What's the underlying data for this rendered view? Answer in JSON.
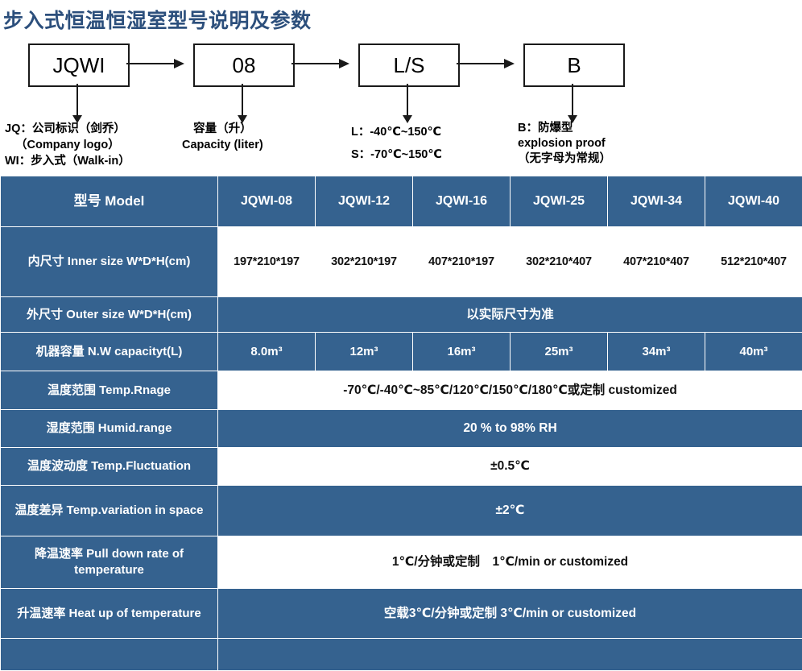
{
  "title": "步入式恒温恒湿室型号说明及参数",
  "accent_color": "#35628f",
  "title_color": "#2c4f7c",
  "diagram": {
    "boxes": [
      {
        "name": "box-jqwi",
        "label": "JQWI"
      },
      {
        "name": "box-08",
        "label": "08"
      },
      {
        "name": "box-ls",
        "label": "L/S"
      },
      {
        "name": "box-b",
        "label": "B"
      }
    ],
    "legends": {
      "jqwi": {
        "line1": "JQ：公司标识（剑乔）",
        "line2": "（Company logo）",
        "line3": "WI：步入式（Walk-in）"
      },
      "capacity": {
        "line1": "容量（升）",
        "line2": "Capacity (liter)"
      },
      "temp": {
        "line1": "L：-40℃~150℃",
        "line2": "S：-70℃~150℃"
      },
      "explosion": {
        "line1": "B：防爆型",
        "line2": "explosion proof",
        "line3": "（无字母为常规）"
      }
    }
  },
  "table": {
    "header": {
      "label": "型号 Model",
      "models": [
        "JQWI-08",
        "JQWI-12",
        "JQWI-16",
        "JQWI-25",
        "JQWI-34",
        "JQWI-40"
      ]
    },
    "rows": [
      {
        "label": "内尺寸 Inner size W*D*H(cm)",
        "style": "white",
        "cells": [
          "197*210*197",
          "302*210*197",
          "407*210*197",
          "302*210*407",
          "407*210*407",
          "512*210*407"
        ]
      },
      {
        "label": "外尺寸 Outer size W*D*H(cm)",
        "style": "blue",
        "merged": "以实际尺寸为准"
      },
      {
        "label": "机器容量 N.W capacityt(L)",
        "style": "blue",
        "cells": [
          "8.0m³",
          "12m³",
          "16m³",
          "25m³",
          "34m³",
          "40m³"
        ]
      },
      {
        "label": "温度范围 Temp.Rnage",
        "style": "white",
        "merged": "-70℃/-40℃~85℃/120℃/150℃/180℃或定制 customized"
      },
      {
        "label": "湿度范围 Humid.range",
        "style": "blue",
        "merged": "20 % to 98% RH"
      },
      {
        "label": "温度波动度 Temp.Fluctuation",
        "style": "white",
        "merged": "±0.5℃"
      },
      {
        "label": "温度差异 Temp.variation in space",
        "style": "blue",
        "merged": "±2℃"
      },
      {
        "label": "降温速率 Pull down rate of temperature",
        "style": "white",
        "merged": "1℃/分钟或定制　1℃/min or customized"
      },
      {
        "label": "升温速率 Heat up of temperature",
        "style": "blue",
        "merged": "空载3℃/分钟或定制 3℃/min or customized"
      },
      {
        "label": "",
        "style": "blue",
        "merged": ""
      }
    ]
  }
}
